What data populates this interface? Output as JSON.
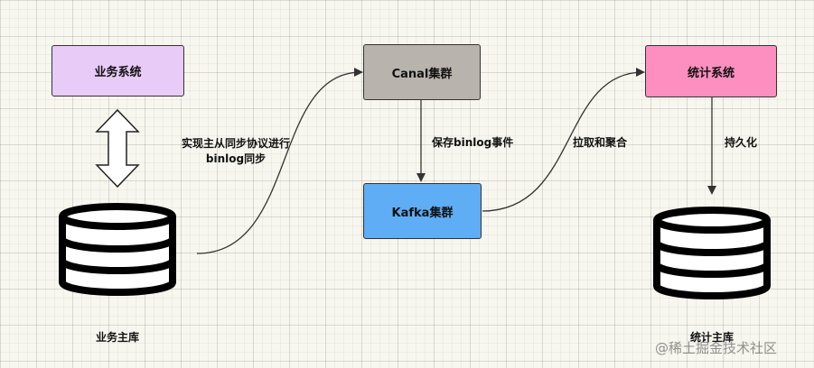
{
  "nodes": {
    "business_system": {
      "label": "业务系统",
      "color": "#e8cbf7"
    },
    "canal_cluster": {
      "label": "Canal集群",
      "color": "#b8b3ac"
    },
    "stats_system": {
      "label": "统计系统",
      "color": "#fc8fc0"
    },
    "kafka_cluster": {
      "label": "Kafka集群",
      "color": "#5eadf5"
    },
    "business_db": {
      "label": "业务主库"
    },
    "stats_db": {
      "label": "统计主库"
    }
  },
  "edges": {
    "replication": "实现主从同步协议进行binlog同步",
    "save_binlog": "保存binlog事件",
    "pull_aggregate": "拉取和聚合",
    "persist": "持久化"
  },
  "watermark": "@稀土掘金技术社区"
}
